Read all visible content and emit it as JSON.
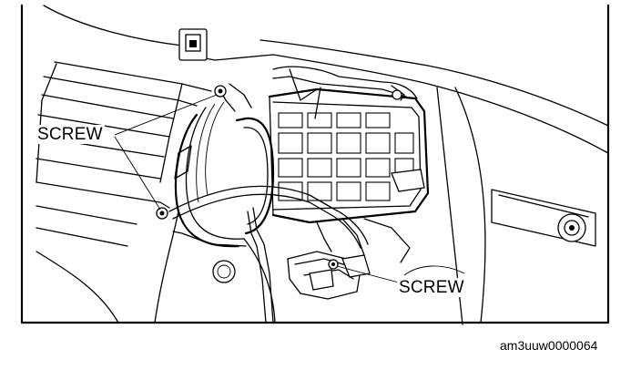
{
  "callouts": {
    "left": "SCREW",
    "right": "SCREW"
  },
  "figure_code": "am3uuw0000064"
}
